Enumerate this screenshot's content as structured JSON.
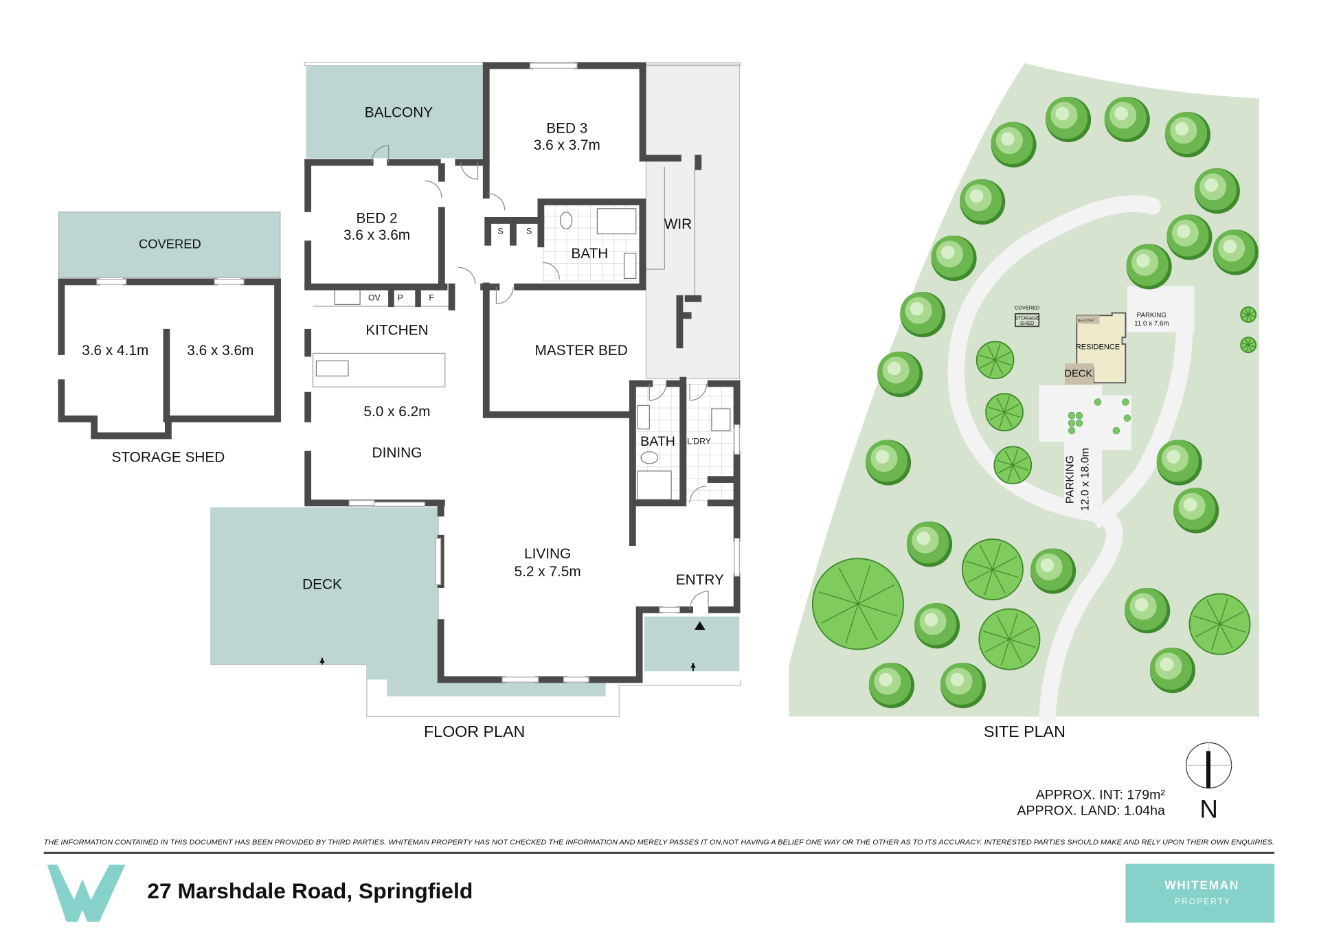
{
  "floor_plan": {
    "title": "FLOOR PLAN",
    "rooms": {
      "balcony": "BALCONY",
      "bed3": "BED 3",
      "bed3_size": "3.6 x 3.7m",
      "bed2": "BED 2",
      "bed2_size": "3.6 x 3.6m",
      "wir": "WIR",
      "bath": "BATH",
      "s1": "S",
      "s2": "S",
      "ov": "OV",
      "p": "P",
      "f": "F",
      "kitchen": "KITCHEN",
      "master_bed": "MASTER BED",
      "dining_size": "5.0 x 6.2m",
      "dining": "DINING",
      "bath2": "BATH",
      "laundry": "L'DRY",
      "living": "LIVING",
      "living_size": "5.2 x 7.5m",
      "entry": "ENTRY",
      "deck": "DECK"
    }
  },
  "storage_shed": {
    "title": "STORAGE SHED",
    "covered": "COVERED",
    "room1_size": "3.6 x 4.1m",
    "room2_size": "3.6 x 3.6m"
  },
  "site_plan": {
    "title": "SITE PLAN",
    "covered": "COVERED",
    "storage_shed": [
      "STORAGE",
      "SHED"
    ],
    "balcony": "BALCONY",
    "residence": "RESIDENCE",
    "deck": "DECK",
    "parking_top": "PARKING",
    "parking_top_size": "11.0 x 7.6m",
    "parking_main": "PARKING",
    "parking_main_size": "12.0 x 18.0m"
  },
  "compass": {
    "label": "N"
  },
  "areas": {
    "internal": "APPROX. INT: 179m²",
    "land": "APPROX. LAND: 1.04ha"
  },
  "disclaimer": "THE INFORMATION CONTAINED IN THIS DOCUMENT HAS BEEN PROVIDED BY THIRD PARTIES. WHITEMAN PROPERTY HAS NOT CHECKED THE INFORMATION AND MERELY PASSES IT ON,NOT HAVING A BELIEF ONE WAY OR THE OTHER AS TO ITS ACCURACY. INTERESTED PARTIES SHOULD MAKE AND RELY UPON THEIR OWN ENQUIRIES.",
  "footer": {
    "address": "27 Marshdale Road, Springfield",
    "brand_line1": "WHITEMAN",
    "brand_line2": "PROPERTY"
  },
  "colors": {
    "brand_teal": "#86d1c9",
    "wall": "#4a4a4a",
    "outdoor": "#bdd6d4",
    "lawn": "#d5e3cf"
  }
}
